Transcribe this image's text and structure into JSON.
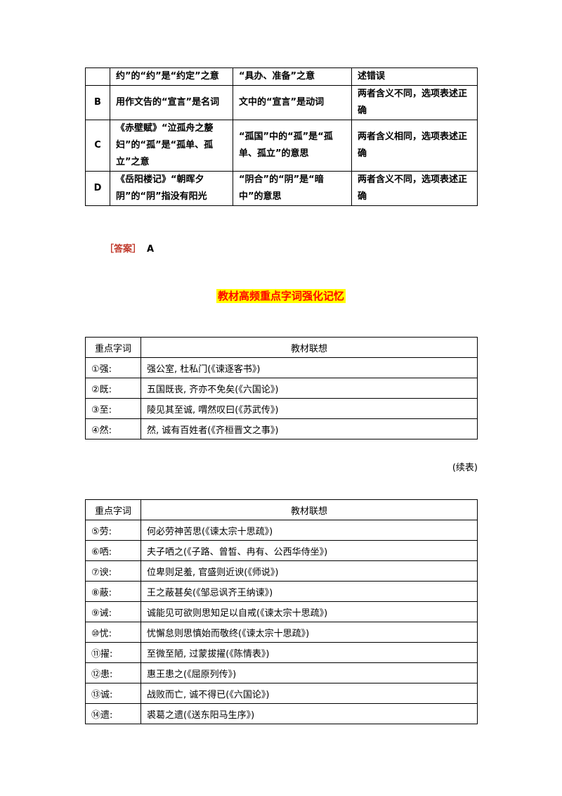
{
  "options_table": {
    "rows": [
      {
        "opt": "",
        "c1": "约”的“约”是“约定”之意",
        "c2": "“具办、准备”之意",
        "c3": "述错误"
      },
      {
        "opt": "B",
        "c1": "用作文告的“宣言”是名词",
        "c2": "文中的“宣言”是动词",
        "c3": "两者含义不同，选项表述正确"
      },
      {
        "opt": "C",
        "c1": "《赤壁赋》“泣孤舟之嫠妇”的“孤”是“孤单、孤立”之意",
        "c2": "“孤国”中的“孤”是“孤单、孤立”的意思",
        "c3": "两者含义相同，选项表述正确"
      },
      {
        "opt": "D",
        "c1": "《岳阳楼记》“朝晖夕阴”的“阴”指没有阳光",
        "c2": "“阴合”的“阴”是“暗中”的意思",
        "c3": "两者含义不同，选项表述正确"
      }
    ]
  },
  "answer": {
    "tag": "［答案］",
    "value": "A"
  },
  "section_title": "教材高频重点字词强化记忆",
  "table1": {
    "headers": [
      "重点字词",
      "教材联想"
    ],
    "rows": [
      {
        "word": "①强:",
        "text": "强公室, 杜私门(《谏逐客书》)"
      },
      {
        "word": "②既:",
        "text": "五国既丧, 齐亦不免矣(《六国论》)"
      },
      {
        "word": "③至:",
        "text": "陵见其至诚, 喟然叹曰(《苏武传》)"
      },
      {
        "word": "④然:",
        "text": "然, 诚有百姓者(《齐桓晋文之事》)"
      }
    ]
  },
  "continued": "(续表)",
  "table2": {
    "headers": [
      "重点字词",
      "教材联想"
    ],
    "rows": [
      {
        "word": "⑤劳:",
        "text": "何必劳神苦思(《谏太宗十思疏》)"
      },
      {
        "word": "⑥哂:",
        "text": "夫子哂之(《子路、曾皙、冉有、公西华侍坐》)"
      },
      {
        "word": "⑦谀:",
        "text": "位卑则足羞, 官盛则近谀(《师说》)"
      },
      {
        "word": "⑧蔽:",
        "text": "王之蔽甚矣(《邹忌讽齐王纳谏》)"
      },
      {
        "word": "⑨诫:",
        "text": "诚能见可欲则思知足以自戒(《谏太宗十思疏》)"
      },
      {
        "word": "⑩忧:",
        "text": "忧懈怠则思慎始而敬终(《谏太宗十思疏》)"
      },
      {
        "word": "⑪擢:",
        "text": "至微至陋, 过蒙拔擢(《陈情表》)"
      },
      {
        "word": "⑫患:",
        "text": "惠王患之(《屈原列传》)"
      },
      {
        "word": "⑬诚:",
        "text": "战败而亡, 诚不得已(《六国论》)"
      },
      {
        "word": "⑭遗:",
        "text": "裘葛之遗(《送东阳马生序》)"
      }
    ]
  }
}
